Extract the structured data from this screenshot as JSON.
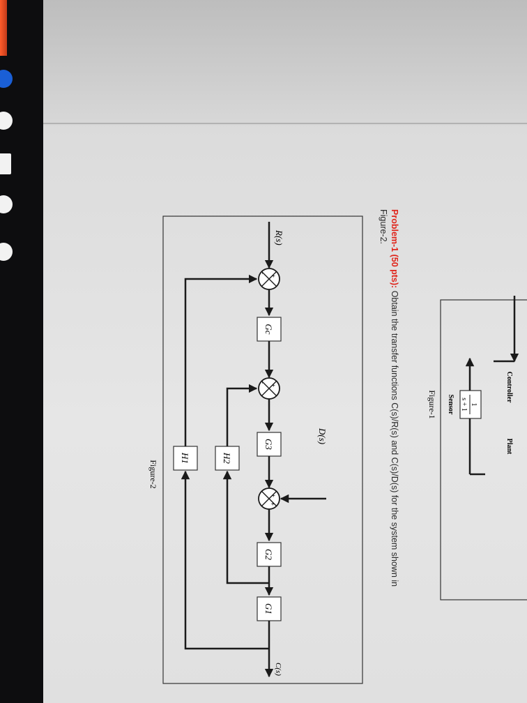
{
  "problem": {
    "lead": "Problem-1 (50 pts):",
    "text": " Obtain the transfer functions C(s)/R(s) and C(s)/D(s) for the system shown in",
    "continuation": "Figure-2."
  },
  "figure1": {
    "caption": "Figure-1",
    "controller_label": "Controller",
    "plant_label": "Plant",
    "sensor_label": "Sensor",
    "sensor_numerator": "1",
    "sensor_denominator": "s + 1"
  },
  "figure2": {
    "caption": "Figure-2",
    "input_label": "R(s)",
    "output_label": "C(s)",
    "disturbance_label": "D(s)",
    "blocks": {
      "gc": "Gc",
      "g3": "G3",
      "g2": "G2",
      "g1": "G1",
      "h2": "H2",
      "h1": "H1"
    },
    "sign_plus": "+",
    "sign_minus": "−"
  },
  "colors": {
    "accent_red": "#e0241a",
    "ink": "#1a1a1a"
  }
}
